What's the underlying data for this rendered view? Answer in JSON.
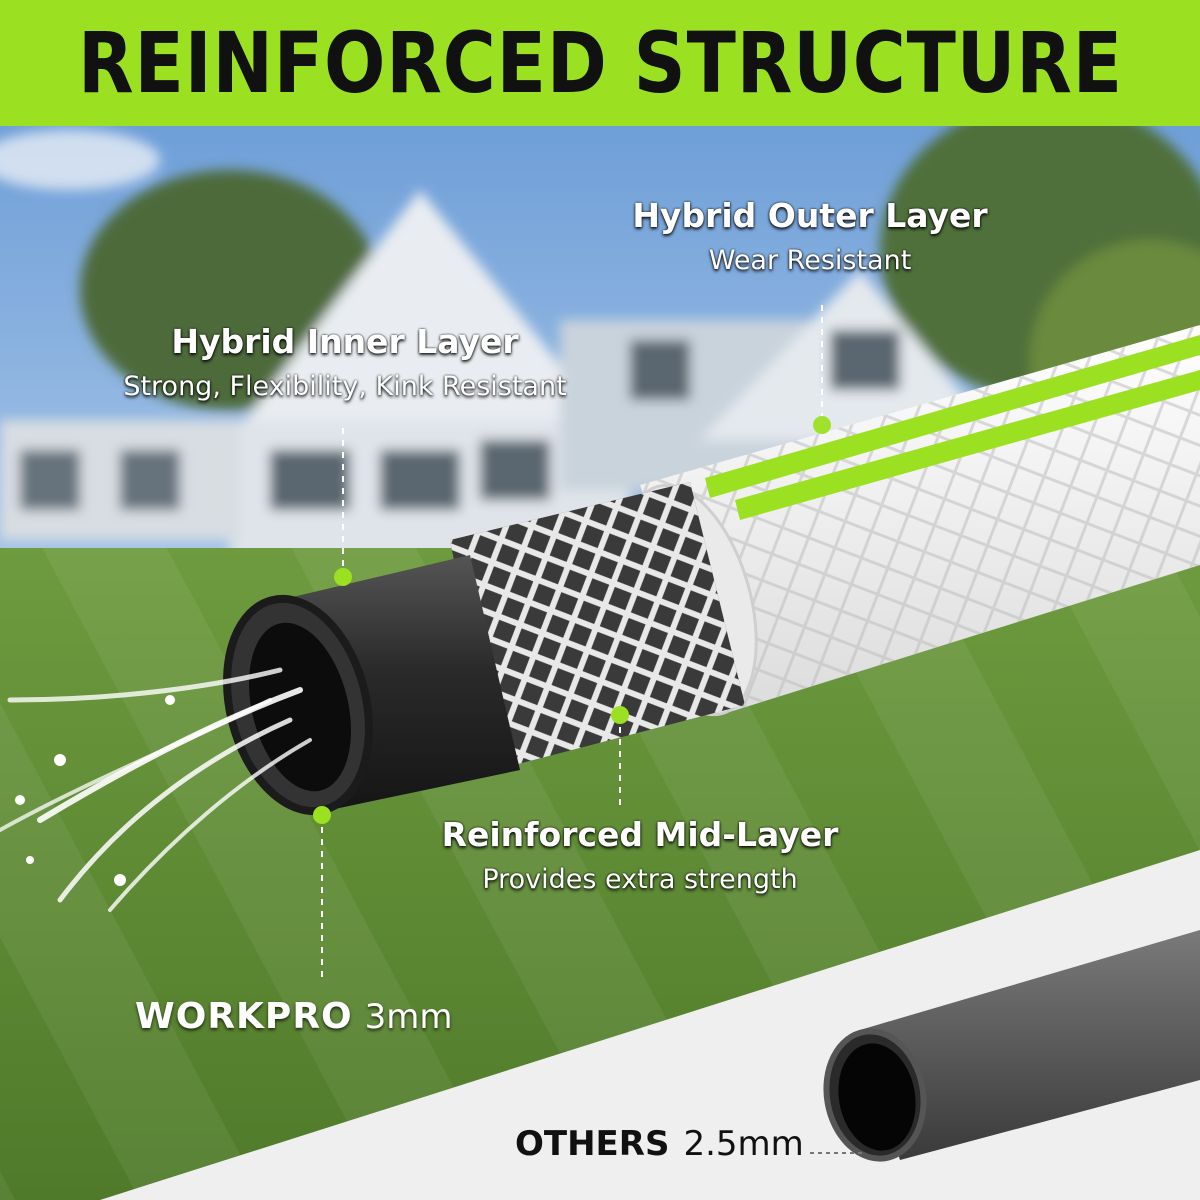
{
  "banner": {
    "title": "REINFORCED STRUCTURE",
    "color": "#9be021"
  },
  "layers": {
    "outer": {
      "title": "Hybrid Outer Layer",
      "subtitle": "Wear Resistant"
    },
    "inner": {
      "title": "Hybrid Inner Layer",
      "subtitle": "Strong, Flexibility, Kink Resistant"
    },
    "mid": {
      "title": "Reinforced Mid-Layer",
      "subtitle": "Provides extra strength"
    }
  },
  "comparison": {
    "workpro": {
      "brand": "WORKPRO",
      "thickness": "3mm"
    },
    "others": {
      "brand": "OTHERS",
      "thickness": "2.5mm"
    }
  },
  "colors": {
    "accent": "#9be021",
    "hose_inner": "#2b2b2b",
    "hose_outer": "#f4f4f4"
  }
}
